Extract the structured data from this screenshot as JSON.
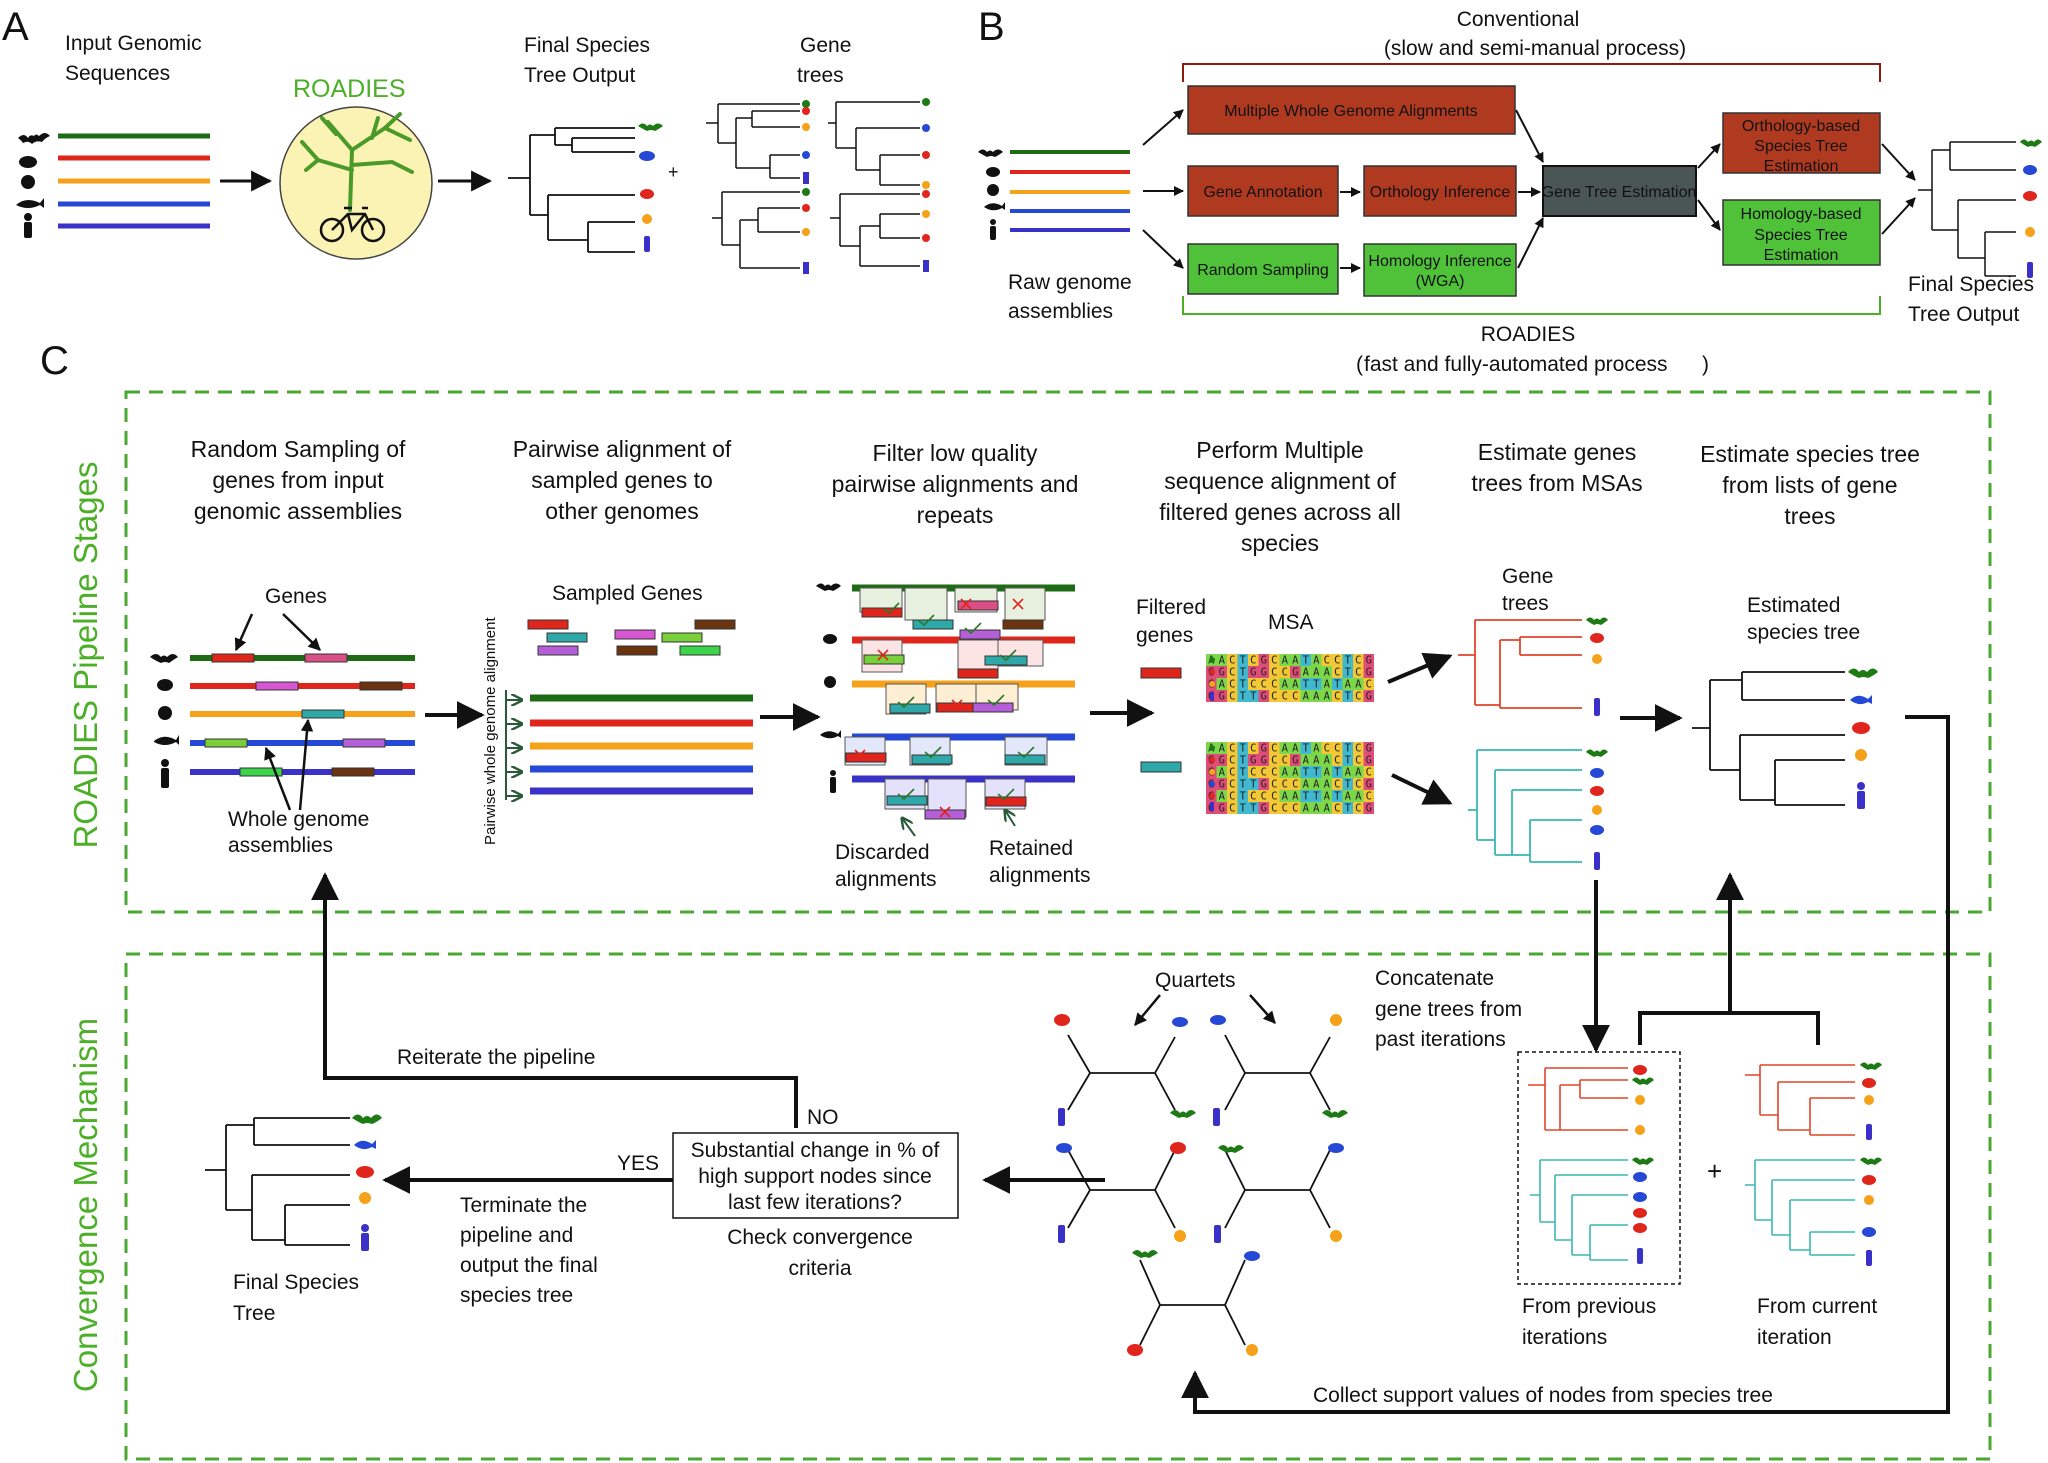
{
  "panels": {
    "a": "A",
    "b": "B",
    "c": "C"
  },
  "panel_a": {
    "input_line1": "Input Genomic",
    "input_line2": "Sequences",
    "roadies": "ROADIES",
    "final_line1": "Final Species",
    "final_line2": "Tree Output",
    "gene_line1": "Gene",
    "gene_line2": "trees",
    "plus": "+"
  },
  "panel_b": {
    "conventional": "Conventional",
    "conventional_sub": "(slow and semi-manual process)",
    "box_multi": "Multiple Whole Genome Alignments",
    "box_annotation": "Gene Annotation",
    "box_orthology_inf": "Orthology Inference",
    "box_gte": "Gene Tree Estimation",
    "box_ortho_st1": "Orthology-based",
    "box_ortho_st2": "Species Tree",
    "box_ortho_st3": "Estimation",
    "box_homo_st1": "Homology-based",
    "box_homo_st2": "Species Tree",
    "box_homo_st3": "Estimation",
    "box_random": "Random Sampling",
    "box_homology1": "Homology Inference",
    "box_homology2": "(WGA)",
    "raw1": "Raw genome",
    "raw2": "assemblies",
    "final1": "Final Species",
    "final2": "Tree Output",
    "roadies": "ROADIES",
    "roadies_sub_open": "(",
    "roadies_sub_mid": "fast and fully-automated process",
    "roadies_sub_close": ")"
  },
  "panel_c": {
    "side_top": "ROADIES Pipeline Stages",
    "side_bottom": "Convergence Mechanism",
    "stage1": [
      "Random Sampling of",
      "genes from input",
      "genomic assemblies"
    ],
    "stage2": [
      "Pairwise alignment of",
      "sampled genes to",
      "other genomes"
    ],
    "stage3": [
      "Filter low quality",
      "pairwise alignments and",
      "repeats"
    ],
    "stage4": [
      "Perform Multiple",
      "sequence alignment of",
      "filtered genes across all",
      "species"
    ],
    "stage5": [
      "Estimate genes",
      "trees from MSAs"
    ],
    "stage6": [
      "Estimate species tree",
      "from lists of gene",
      "trees"
    ],
    "genes": "Genes",
    "wga1": "Whole genome",
    "wga2": "assemblies",
    "sampled_genes": "Sampled Genes",
    "pairwise_vertical": "Pairwise whole genome alignment",
    "discarded1": "Discarded",
    "discarded2": "alignments",
    "retained1": "Retained",
    "retained2": "alignments",
    "filtered1": "Filtered",
    "filtered2": "genes",
    "msa": "MSA",
    "gene_trees1": "Gene",
    "gene_trees2": "trees",
    "est_species1": "Estimated",
    "est_species2": "species tree",
    "msa_rows_top": [
      "AACTCGCAATACCTCG",
      "GGCTGGCCGAAACTCG",
      "GACTCCCAATTATAAC",
      "GGCTTGCCCAAACTCG"
    ],
    "msa_rows_bottom": [
      "AACTCGCAATACCTCG",
      "GGCTGGCCGAAACTCG",
      "GACTCCCAATTATAAC",
      "GGCTTGCCCAAACTCG",
      "GACTCCCAATTATAAC",
      "GGCTTGCCCAAACTCG"
    ],
    "quartets": "Quartets",
    "concat": [
      "Concatenate",
      "gene trees from",
      "past iterations"
    ],
    "reiterate": "Reiterate the pipeline",
    "no": "NO",
    "yes": "YES",
    "decision": [
      "Substantial change in % of",
      "high support nodes since",
      "last few iterations?"
    ],
    "check": [
      "Check convergence",
      "criteria"
    ],
    "terminate": [
      "Terminate the",
      "pipeline and",
      "output the final",
      "species tree"
    ],
    "final_tree": [
      "Final Species",
      "Tree"
    ],
    "from_prev": [
      "From previous",
      "iterations"
    ],
    "from_curr": [
      "From current",
      "iteration"
    ],
    "plus": "+",
    "collect": "Collect support values of nodes from species tree"
  },
  "colors": {
    "green_dash": "#4aa832",
    "roadies_green": "#4caf28",
    "conv_red": "#8b1a10",
    "box_red": "#b03a20",
    "box_green": "#4fc23a",
    "box_gray": "#4a5654",
    "line_green": "#1e6b16",
    "line_red": "#e0261c",
    "line_orange": "#f5a21a",
    "line_blue": "#2548d6",
    "line_darkblue": "#3a32c8",
    "tree_red": "#e0452a",
    "tree_teal": "#3ab8b0"
  }
}
